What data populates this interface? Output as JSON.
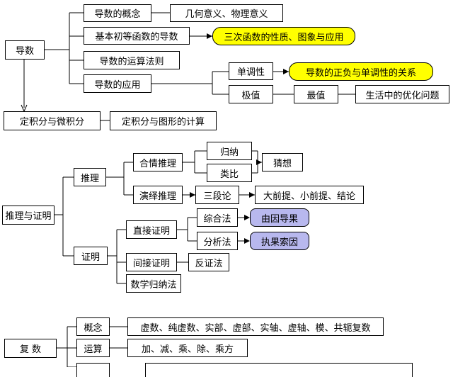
{
  "deriv": {
    "root": "导数",
    "concept": "导数的概念",
    "meaning": "几何意义、物理意义",
    "basic": "基本初等函数的导数",
    "cubic": "三次函数的性质、图象与应用",
    "rules": "导数的运算法则",
    "app": "导数的应用",
    "mono": "单调性",
    "mono_rel": "导数的正负与单调性的关系",
    "extreme": "极值",
    "maximum": "最值",
    "optim": "生活中的优化问题",
    "integral": "定积分与微积分",
    "integral_area": "定积分与图形的计算"
  },
  "proof": {
    "root": "推理与证明",
    "reasoning": "推理",
    "plausible": "合情推理",
    "induction": "归纳",
    "analogy": "类比",
    "conjecture": "猜想",
    "deductive": "演绎推理",
    "syllogism": "三段论",
    "premises": "大前提、小前提、结论",
    "proving": "证明",
    "direct": "直接证明",
    "synthetic": "综合法",
    "cause_effect": "由因导果",
    "analytic": "分析法",
    "effect_cause": "执果索因",
    "indirect": "间接证明",
    "contradiction": "反证法",
    "math_induction": "数学归纳法"
  },
  "complex": {
    "root": "复 数",
    "concept": "概念",
    "concept_items": "虚数、纯虚数、实部、虚部、实轴、虚轴、模、共轭复数",
    "ops": "运算",
    "ops_items": "加、减、乘、除、乘方"
  }
}
